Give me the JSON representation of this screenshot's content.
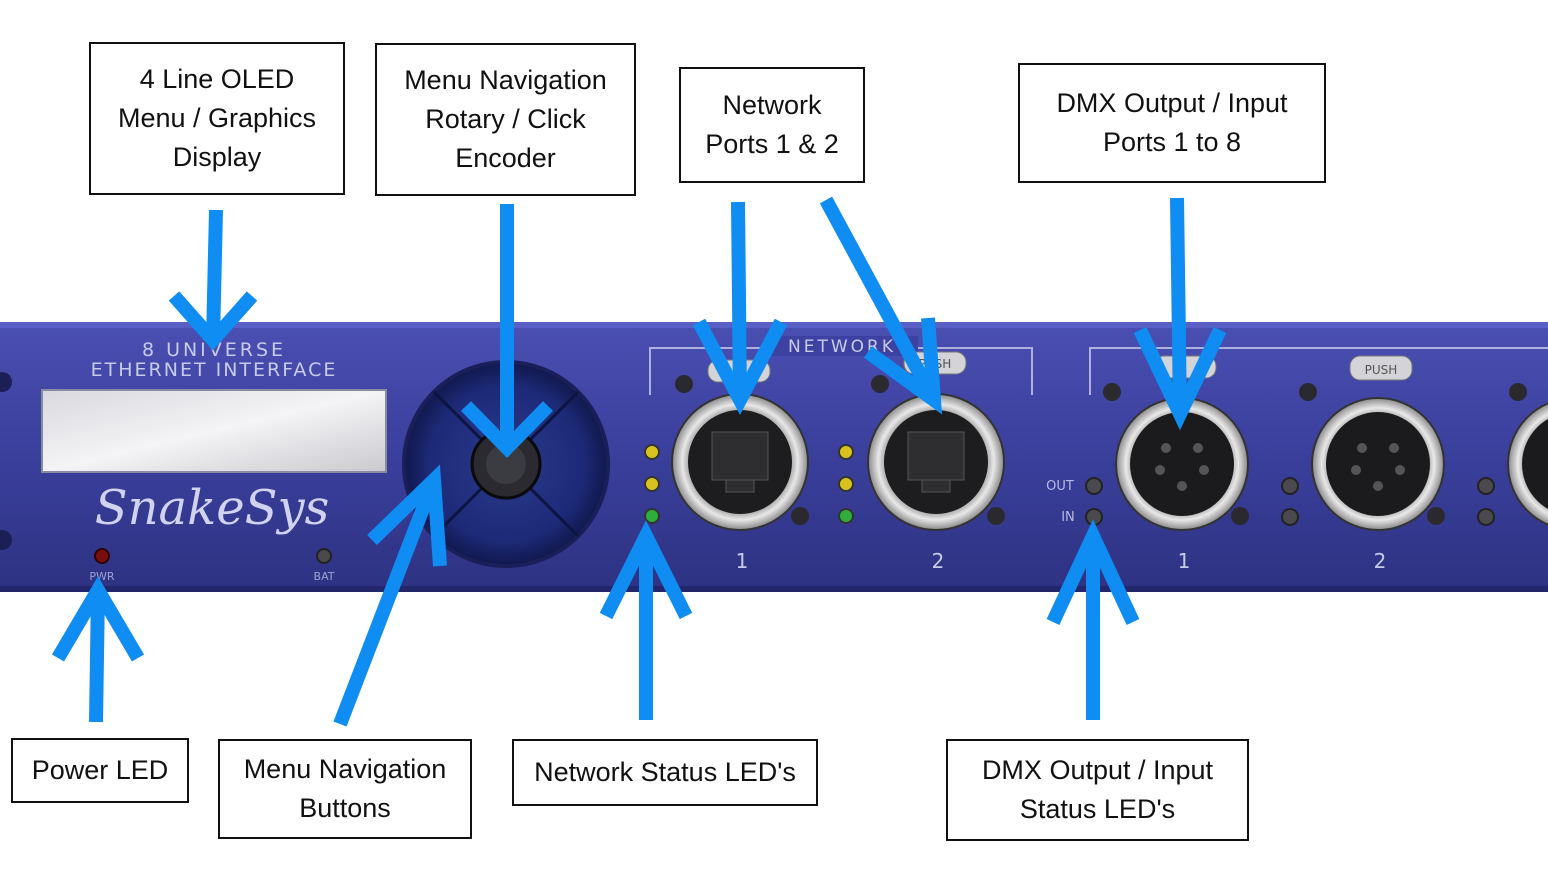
{
  "callouts": {
    "oled_display": {
      "lines": [
        "4 Line OLED",
        "Menu / Graphics",
        "Display"
      ]
    },
    "rotary_encoder": {
      "lines": [
        "Menu Navigation",
        "Rotary / Click",
        "Encoder"
      ]
    },
    "network_ports": {
      "lines": [
        "Network",
        "Ports 1 & 2"
      ]
    },
    "dmx_ports": {
      "lines": [
        "DMX Output / Input",
        "Ports 1 to 8"
      ]
    },
    "power_led": {
      "lines": [
        "Power LED"
      ]
    },
    "nav_buttons": {
      "lines": [
        "Menu Navigation",
        "Buttons"
      ]
    },
    "network_status": {
      "lines": [
        "Network Status LED's"
      ]
    },
    "dmx_status": {
      "lines": [
        "DMX Output / Input",
        "Status LED's"
      ]
    }
  },
  "panel": {
    "title_line1": "8 UNIVERSE",
    "title_line2": "ETHERNET INTERFACE",
    "brand": "SnakeSys",
    "pwr_label": "PWR",
    "bat_label": "BAT",
    "network_label": "NETWORK",
    "out_label": "OUT",
    "in_label": "IN",
    "push_label": "PUSH",
    "net_port_numbers": [
      "1",
      "2"
    ],
    "dmx_port_numbers": [
      "1",
      "2"
    ]
  },
  "colors": {
    "panel_blue": "#3a3f9c",
    "arrow_blue": "#0f8df2",
    "led_amber": "#d9c21c",
    "led_green": "#2fae3a",
    "led_red": "#7a0d0d"
  }
}
